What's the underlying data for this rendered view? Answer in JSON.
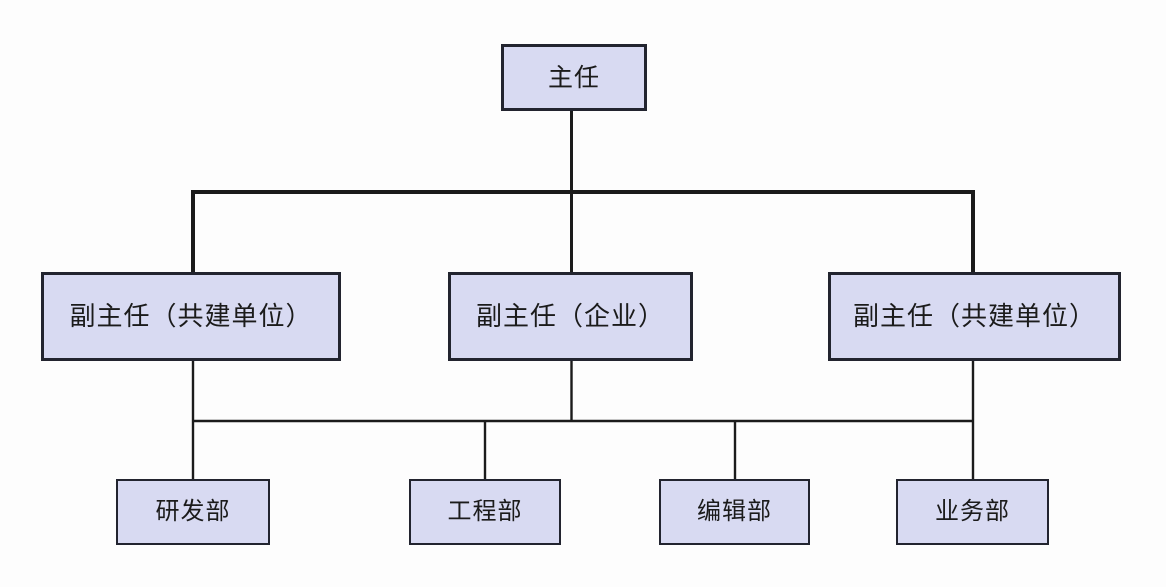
{
  "diagram": {
    "type": "org-chart",
    "colors": {
      "node_fill": "#d8daf2",
      "node_border": "#22242f",
      "line": "#1b1b1b",
      "background": "#fdfdfd"
    },
    "nodes": {
      "director": {
        "label": "主任",
        "level": 1
      },
      "deputy_left": {
        "label": "副主任（共建单位）",
        "level": 2
      },
      "deputy_middle": {
        "label": "副主任（企业）",
        "level": 2
      },
      "deputy_right": {
        "label": "副主任（共建单位）",
        "level": 2
      },
      "dept_rnd": {
        "label": "研发部",
        "level": 3
      },
      "dept_engineering": {
        "label": "工程部",
        "level": 3
      },
      "dept_editorial": {
        "label": "编辑部",
        "level": 3
      },
      "dept_business": {
        "label": "业务部",
        "level": 3
      }
    },
    "edges": [
      {
        "from": "director",
        "to": "deputy_left"
      },
      {
        "from": "director",
        "to": "deputy_middle"
      },
      {
        "from": "director",
        "to": "deputy_right"
      },
      {
        "from": "deputy_left",
        "to": "dept_rnd"
      },
      {
        "from": "deputy_middle",
        "to": "dept_engineering"
      },
      {
        "from": "deputy_middle",
        "to": "dept_editorial"
      },
      {
        "from": "deputy_right",
        "to": "dept_business"
      }
    ]
  }
}
